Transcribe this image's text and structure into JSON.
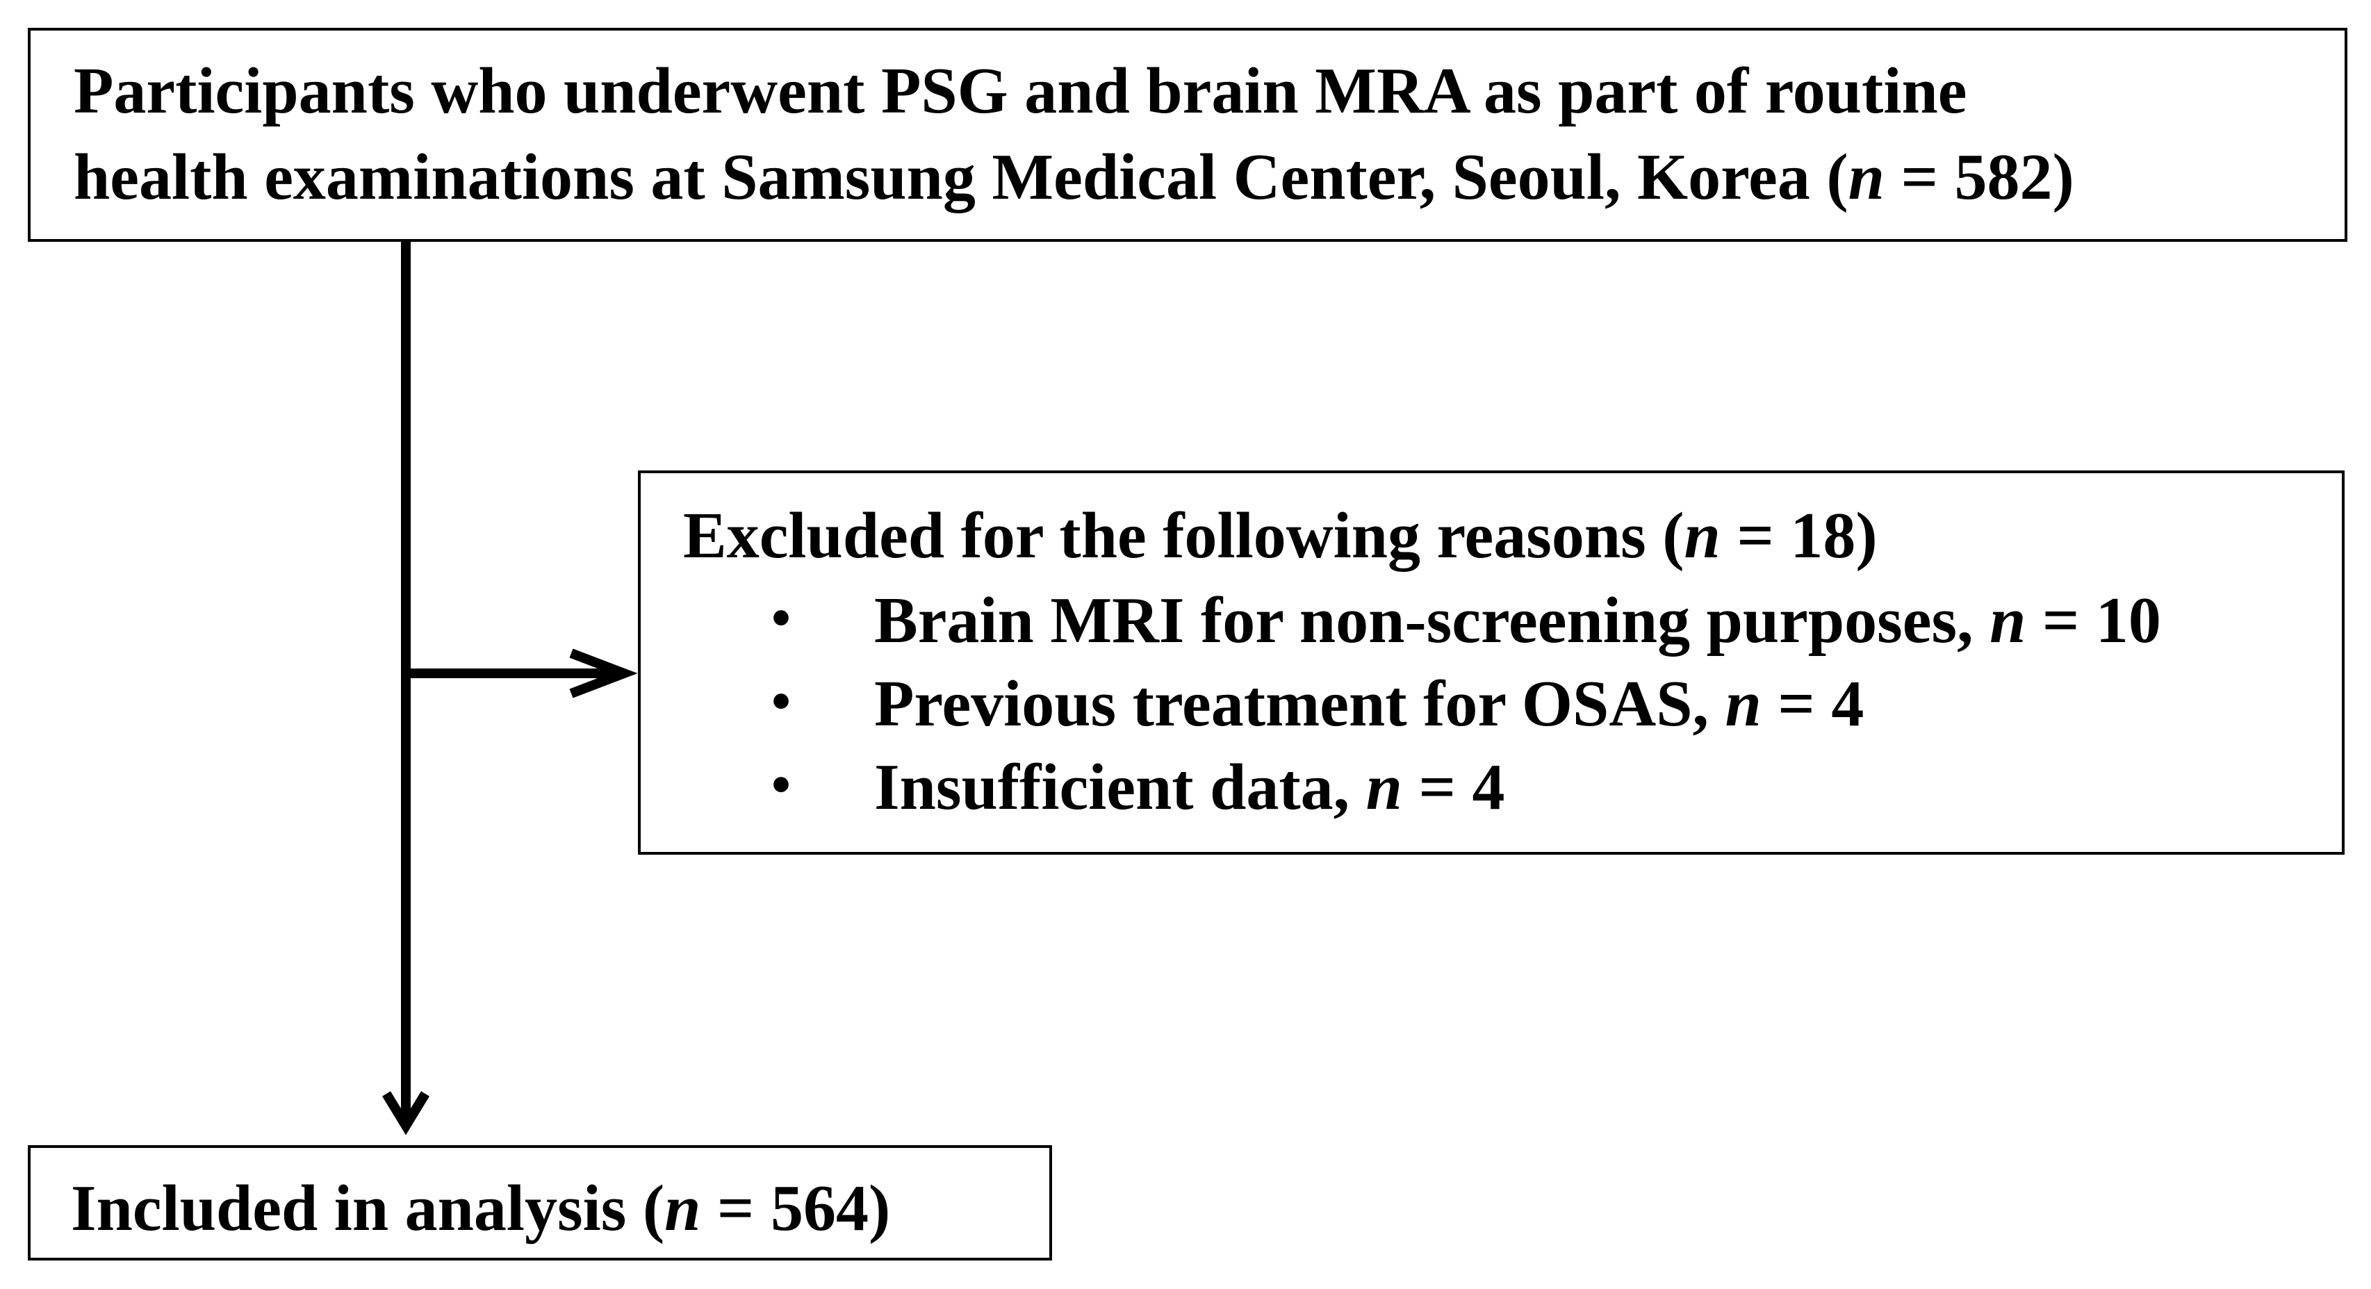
{
  "top_box": {
    "line1": "Participants who underwent PSG and brain MRA as part of routine",
    "line2_pre": "health examinations at Samsung Medical Center, Seoul, Korea (",
    "line2_var": "n",
    "line2_post": " = 582)"
  },
  "excluded_box": {
    "heading_pre": "Excluded for the following reasons (",
    "heading_var": "n",
    "heading_post": " = 18)",
    "bullet_symbol": "•",
    "items": [
      {
        "pre": "Brain MRI for non-screening purposes, ",
        "var": "n",
        "post": " = 10"
      },
      {
        "pre": "Previous treatment for OSAS, ",
        "var": "n",
        "post": " = 4"
      },
      {
        "pre": "Insufficient data, ",
        "var": "n",
        "post": " = 4"
      }
    ]
  },
  "included_box": {
    "text_pre": "Included in analysis (",
    "text_var": "n",
    "text_post": " = 564)"
  }
}
